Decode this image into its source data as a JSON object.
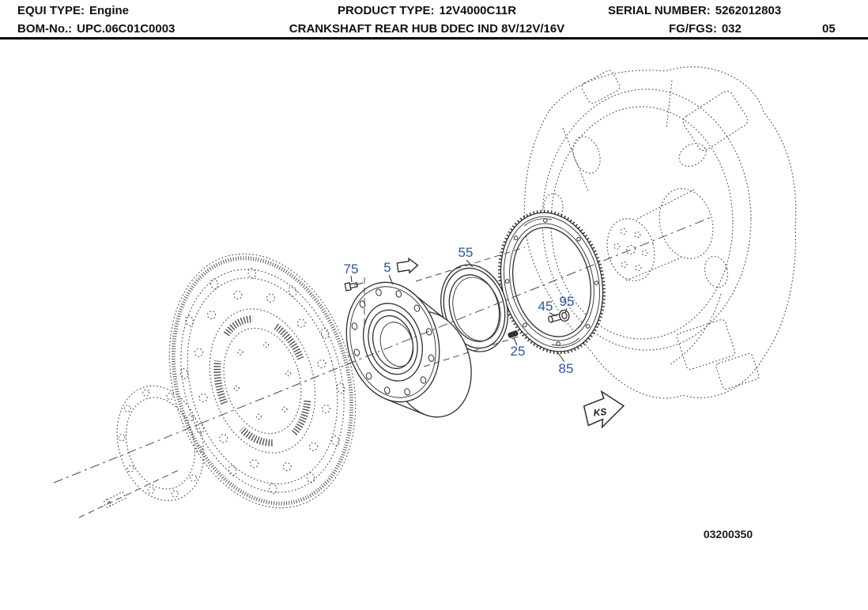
{
  "header": {
    "equi_type": {
      "label": "EQUI TYPE:",
      "value": "Engine"
    },
    "product_type": {
      "label": "PRODUCT TYPE:",
      "value": "12V4000C11R"
    },
    "serial_number": {
      "label": "SERIAL NUMBER:",
      "value": "5262012803"
    },
    "bom_no": {
      "label": "BOM-No.:",
      "value": "UPC.06C01C0003"
    },
    "title": "CRANKSHAFT REAR HUB DDEC IND 8V/12V/16V",
    "fg_fgs": {
      "label": "FG/FGS:",
      "value": "032"
    },
    "sheet": "05"
  },
  "diagram": {
    "callouts": [
      "75",
      "5",
      "55",
      "45",
      "95",
      "25",
      "85"
    ],
    "direction_arrow_label": "KS",
    "drawing_number": "03200350",
    "colors": {
      "callout": "#2d53a0",
      "solid_line": "#2e2e2e",
      "reference_line": "#4f4f4f"
    }
  }
}
